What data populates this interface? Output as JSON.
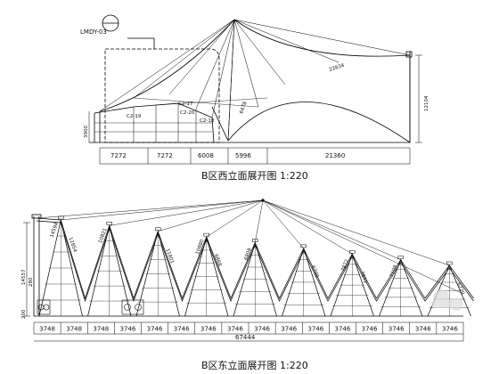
{
  "top_view": {
    "tag_label": "LMDY-03",
    "title": "B区西立面展开图 1:220",
    "dimensions": [
      "7272",
      "7272",
      "6008",
      "5996",
      "21360"
    ],
    "height_dim_right": "12104",
    "height_dim_left": "3900",
    "cable_label": "22834",
    "small_labels": [
      "C2-19",
      "C2-17",
      "C2-20",
      "C2-18",
      "6478"
    ]
  },
  "bottom_view": {
    "title": "B区东立面展开图 1:220",
    "height_dim": "14557",
    "base_height_dim": "200",
    "small_label": "280",
    "spacing_dims": [
      "3748",
      "3748",
      "3748",
      "3746",
      "3746",
      "3746",
      "3746",
      "3746",
      "3746",
      "3746",
      "3746",
      "3746",
      "3746",
      "3746",
      "3746",
      "3746"
    ],
    "total_dim": "67444",
    "rafter_labels": [
      "14594",
      "12854",
      "10821",
      "11801",
      "10880",
      "6868",
      "6808",
      "6708",
      "7872",
      "7871",
      "7108",
      "6720"
    ]
  },
  "colors": {
    "line": "#000000",
    "text": "#111111",
    "background": "#ffffff"
  }
}
